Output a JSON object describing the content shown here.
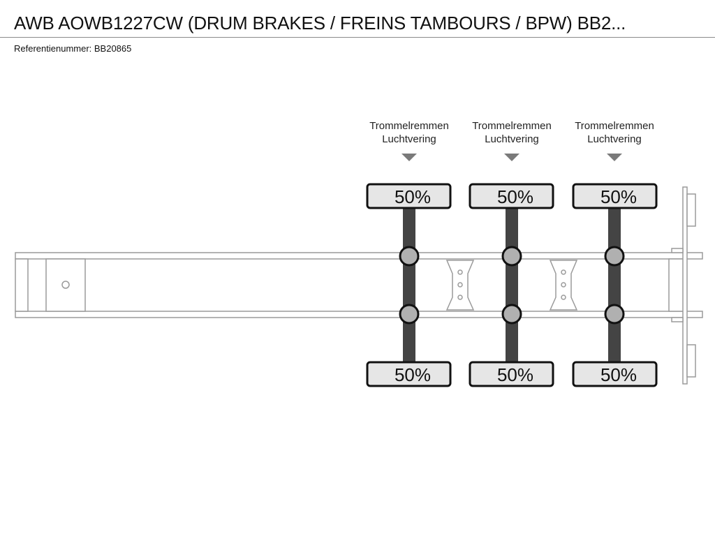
{
  "header": {
    "title": "AWB AOWB1227CW (DRUM BRAKES / FREINS TAMBOURS / BPW) BB2...",
    "reference": "Referentienummer: BB20865"
  },
  "axles": [
    {
      "line1": "Trommelremmen",
      "line2": "Luchtvering",
      "top_pct": "50%",
      "bottom_pct": "50%"
    },
    {
      "line1": "Trommelremmen",
      "line2": "Luchtvering",
      "top_pct": "50%",
      "bottom_pct": "50%"
    },
    {
      "line1": "Trommelremmen",
      "line2": "Luchtvering",
      "top_pct": "50%",
      "bottom_pct": "50%"
    }
  ],
  "colors": {
    "frame": "#9a9a9a",
    "tire_fill": "#e6e6e6",
    "axle": "#444444",
    "hub": "#b0b0b0",
    "arrow": "#7a7a7a"
  }
}
